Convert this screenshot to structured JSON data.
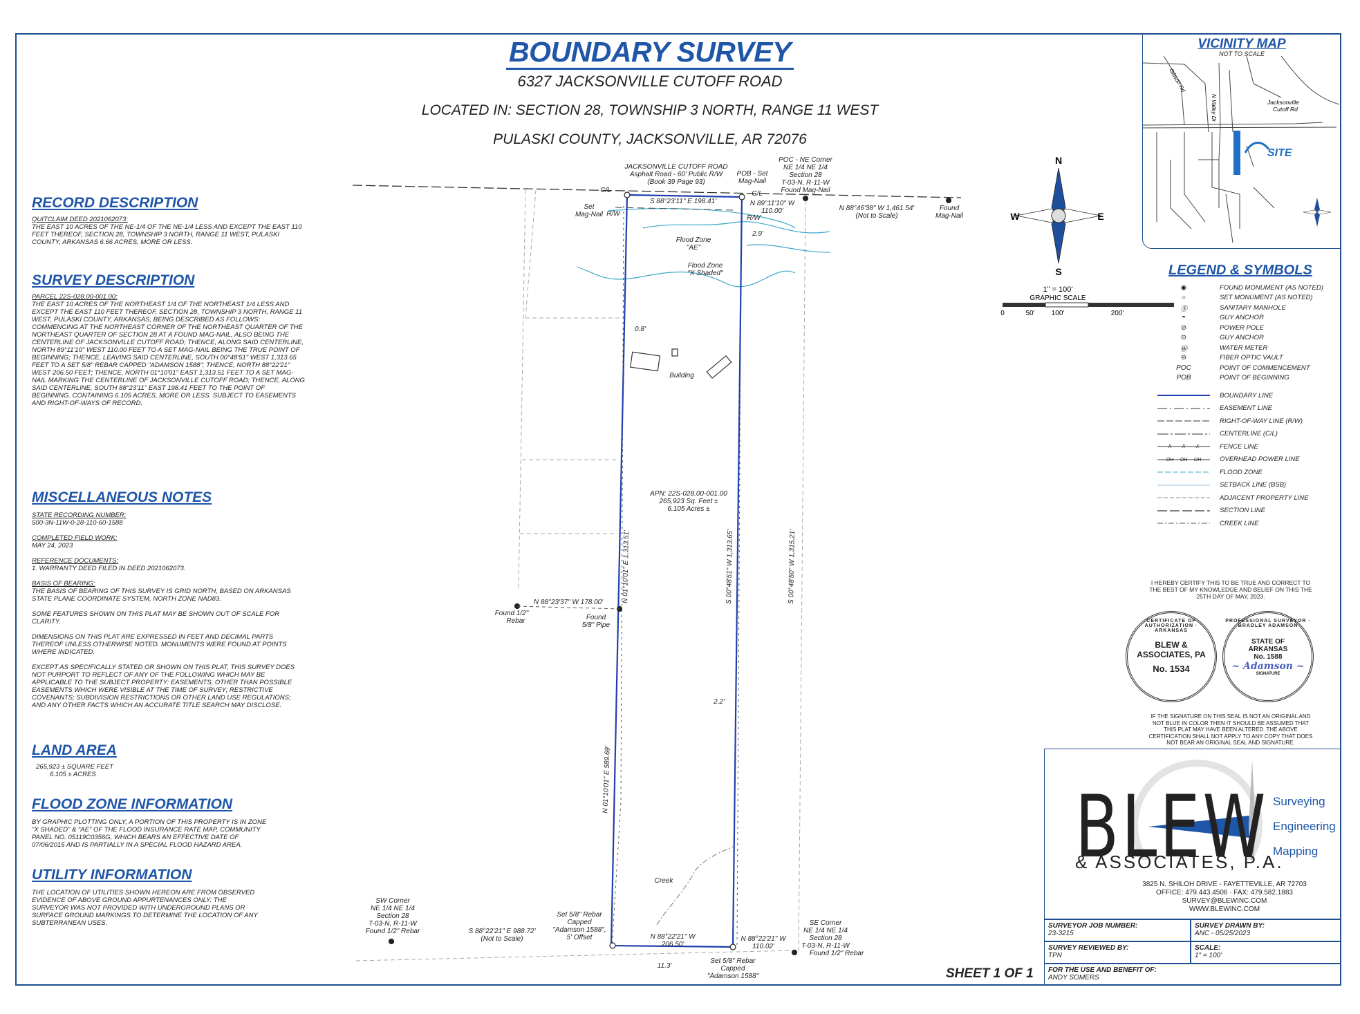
{
  "title": {
    "main": "BOUNDARY SURVEY",
    "address": "6327 JACKSONVILLE CUTOFF ROAD",
    "location": "LOCATED IN: SECTION 28, TOWNSHIP 3 NORTH, RANGE 11 WEST",
    "county": "PULASKI COUNTY, JACKSONVILLE, AR 72076"
  },
  "record": {
    "heading": "RECORD DESCRIPTION",
    "label": "QUITCLAIM DEED 2021062073:",
    "text": "THE EAST 10 ACRES OF THE NE-1/4 OF THE NE-1/4 LESS AND EXCEPT THE EAST 110 FEET THEREOF, SECTION 28, TOWNSHIP 3 NORTH, RANGE 11 WEST, PULASKI COUNTY, ARKANSAS 6.66 ACRES, MORE OR LESS."
  },
  "survey": {
    "heading": "SURVEY DESCRIPTION",
    "label": "PARCEL 22S-028.00-001.00:",
    "text": "THE EAST 10 ACRES OF THE NORTHEAST 1/4 OF THE NORTHEAST 1/4 LESS AND EXCEPT THE EAST 110 FEET THEREOF, SECTION 28, TOWNSHIP 3 NORTH, RANGE 11 WEST, PULASKI COUNTY, ARKANSAS, BEING DESCRIBED AS FOLLOWS: COMMENCING AT THE NORTHEAST CORNER OF THE NORTHEAST QUARTER OF THE NORTHEAST QUARTER OF SECTION 28 AT A FOUND MAG-NAIL, ALSO BEING THE CENTERLINE OF JACKSONVILLE CUTOFF ROAD; THENCE, ALONG SAID CENTERLINE, NORTH 89°11'10\" WEST 110.00 FEET TO A SET MAG-NAIL BEING THE TRUE POINT OF BEGINNING; THENCE, LEAVING SAID CENTERLINE, SOUTH 00°48'51\" WEST 1,313.65 FEET TO A SET 5/8\" REBAR CAPPED \"ADAMSON 1588\"; THENCE, NORTH 88°22'21\" WEST 206.50 FEET; THENCE, NORTH 01°10'01\" EAST 1,313.51 FEET TO A SET MAG-NAIL MARKING THE CENTERLINE OF JACKSONVILLE CUTOFF ROAD; THENCE, ALONG SAID CENTERLINE, SOUTH 88°23'11\" EAST 198.41 FEET TO THE POINT OF BEGINNING. CONTAINING 6.105 ACRES, MORE OR LESS. SUBJECT TO EASEMENTS AND RIGHT-OF-WAYS OF RECORD."
  },
  "misc": {
    "heading": "MISCELLANEOUS NOTES",
    "state_label": "STATE RECORDING NUMBER:",
    "state_value": "500-3N-11W-0-28-110-60-1588",
    "field_label": "COMPLETED FIELD WORK:",
    "field_value": "MAY 24, 2023",
    "ref_label": "REFERENCE DOCUMENTS:",
    "ref_value": "1. WARRANTY DEED FILED IN DEED 2021062073.",
    "bearing_label": "BASIS OF BEARING:",
    "bearing_value": "THE BASIS OF BEARING OF THIS SURVEY IS GRID NORTH, BASED ON ARKANSAS STATE PLANE COORDINATE SYSTEM, NORTH ZONE NAD83.",
    "note1": "SOME FEATURES SHOWN ON THIS PLAT MAY BE SHOWN OUT OF SCALE FOR CLARITY.",
    "note2": "DIMENSIONS ON THIS PLAT ARE EXPRESSED IN FEET AND DECIMAL PARTS THEREOF UNLESS OTHERWISE NOTED. MONUMENTS WERE FOUND AT POINTS WHERE INDICATED.",
    "note3": "EXCEPT AS SPECIFICALLY STATED OR SHOWN ON THIS PLAT, THIS SURVEY DOES NOT PURPORT TO REFLECT OF ANY OF THE FOLLOWING WHICH MAY BE APPLICABLE TO THE SUBJECT PROPERTY: EASEMENTS, OTHER THAN POSSIBLE EASEMENTS WHICH WERE VISIBLE AT THE TIME OF SURVEY; RESTRICTIVE COVENANTS; SUBDIVISION RESTRICTIONS OR OTHER LAND USE REGULATIONS; AND ANY OTHER FACTS WHICH AN ACCURATE TITLE SEARCH MAY DISCLOSE."
  },
  "land": {
    "heading": "LAND AREA",
    "sqft": "265,923 ± SQUARE FEET",
    "acres": "6.105 ± ACRES"
  },
  "flood": {
    "heading": "FLOOD ZONE INFORMATION",
    "text": "BY GRAPHIC PLOTTING ONLY, A PORTION OF THIS PROPERTY IS IN ZONE \"X SHADED\" & \"AE\" OF THE FLOOD INSURANCE RATE MAP, COMMUNITY PANEL NO. 05119C0356G, WHICH BEARS AN EFFECTIVE DATE OF 07/06/2015 AND IS PARTIALLY IN A SPECIAL FLOOD HAZARD AREA."
  },
  "utility": {
    "heading": "UTILITY INFORMATION",
    "text": "THE LOCATION OF UTILITIES SHOWN HEREON ARE FROM OBSERVED EVIDENCE OF ABOVE GROUND APPURTENANCES ONLY. THE SURVEYOR WAS NOT PROVIDED WITH UNDERGROUND PLANS OR SURFACE GROUND MARKINGS TO DETERMINE THE LOCATION OF ANY SUBTERRANEAN USES."
  },
  "plat": {
    "road": "JACKSONVILLE CUTOFF ROAD",
    "road_type": "Asphalt Road - 60' Public R/W",
    "road_book": "(Book 39 Page 93)",
    "cl": "C/L",
    "rw": "R/W",
    "set_mag": "Set",
    "set_mag2": "Mag-Nail",
    "pob": "POB - Set",
    "pob2": "Mag-Nail",
    "poc1": "POC - NE Corner",
    "poc2": "NE 1/4 NE 1/4",
    "poc3": "Section 28",
    "poc4": "T-03-N, R-11-W",
    "poc5": "Found Mag-Nail",
    "north_bearing": "S 88°23'11\" E  198.41'",
    "n89": "N 89°11'10\" W",
    "n89d": "110.00'",
    "n88_46": "N 88°46'38\" W  1,461.54'",
    "not_scale": "(Not to Scale)",
    "found_mag": "Found",
    "found_mag2": "Mag-Nail",
    "d29": "2.9'",
    "flood_ae": "Flood Zone",
    "flood_ae2": "\"AE\"",
    "flood_x": "Flood Zone",
    "flood_x2": "\"X Shaded\"",
    "d08": "0.8'",
    "building": "Building",
    "apn1": "APN: 22S-028.00-001.00",
    "apn2": "265,923 Sq. Feet ±",
    "apn3": "6.105 Acres ±",
    "west_bearing": "N 01°10'01\" E  1,313.51'",
    "east_bearing": "S 00°48'51\" W  1,313.65'",
    "far_east": "S 00°48'50\" W  1,315.21'",
    "n88_23": "N 88°23'37\" W  178.00'",
    "found_rebar": "Found 1/2\"",
    "found_rebar2": "Rebar",
    "found_pipe": "Found",
    "found_pipe2": "5/8\" Pipe",
    "d22": "2.2'",
    "lower_west": "N 01°10'01\" E  589.69'",
    "creek": "Creek",
    "sw1": "SW Corner",
    "sw2": "NE 1/4 NE 1/4",
    "sw3": "Section 28",
    "sw4": "T-03-N, R-11-W",
    "sw5": "Found 1/2\" Rebar",
    "s88": "S 88°22'21\" E  988.72'",
    "s88b": "(Not to Scale)",
    "setr1": "Set 5/8\" Rebar",
    "setr2": "Capped",
    "setr3": "\"Adamson 1588\",",
    "setr4": "5' Offset",
    "south_bearing": "N 88°22'21\" W",
    "south_dist": "206.50'",
    "d113": "11.3'",
    "setr5": "Set 5/8\" Rebar",
    "setr6": "Capped",
    "setr7": "\"Adamson 1588\"",
    "n88_22b": "N 88°22'21\" W",
    "n88_22bd": "110.02'",
    "se1": "SE Corner",
    "se2": "NE 1/4 NE 1/4",
    "se3": "Section 28",
    "se4": "T-03-N, R-11-W",
    "se5": "Found 1/2\" Rebar"
  },
  "compass": {
    "n": "N",
    "s": "S",
    "e": "E",
    "w": "W"
  },
  "scale": {
    "ratio": "1\" = 100'",
    "label": "GRAPHIC SCALE",
    "t0": "0",
    "t1": "50'",
    "t2": "100'",
    "t3": "200'"
  },
  "vicinity": {
    "heading": "VICINITY MAP",
    "sub": "NOT TO SCALE",
    "gibson": "Gibson Rd",
    "valley": "N Valley Dr",
    "jax": "Jacksonville",
    "jax2": "Cutoff Rd",
    "site": "SITE"
  },
  "legend": {
    "heading": "LEGEND & SYMBOLS",
    "items": [
      {
        "sym": "◉",
        "label": "FOUND MONUMENT (AS NOTED)"
      },
      {
        "sym": "○",
        "label": "SET MONUMENT (AS NOTED)"
      },
      {
        "sym": "Ⓢ",
        "label": "SANITARY MANHOLE"
      },
      {
        "sym": "◓",
        "label": "GUY ANCHOR"
      },
      {
        "sym": "⊘",
        "label": "POWER POLE"
      },
      {
        "sym": "⊝",
        "label": "GUY ANCHOR"
      },
      {
        "sym": "Ⓦ",
        "label": "WATER METER"
      },
      {
        "sym": "⊜",
        "label": "FIBER OPTIC VAULT"
      },
      {
        "sym": "POC",
        "label": "POINT OF COMMENCEMENT"
      },
      {
        "sym": "POB",
        "label": "POINT OF BEGINNING"
      }
    ],
    "lines": [
      {
        "label": "BOUNDARY LINE",
        "color": "#1f3fae",
        "dash": "",
        "w": 2,
        "mark": ""
      },
      {
        "label": "EASEMENT LINE",
        "color": "#333",
        "dash": "14 4 2 4",
        "w": 1,
        "mark": ""
      },
      {
        "label": "RIGHT-OF-WAY LINE (R/W)",
        "color": "#333",
        "dash": "10 3",
        "w": 1,
        "mark": ""
      },
      {
        "label": "CENTERLINE (C/L)",
        "color": "#333",
        "dash": "16 3 3 3",
        "w": 1,
        "mark": ""
      },
      {
        "label": "FENCE LINE",
        "color": "#333",
        "dash": "",
        "w": 1,
        "mark": "x"
      },
      {
        "label": "OVERHEAD POWER LINE",
        "color": "#333",
        "dash": "",
        "w": 1,
        "mark": "OH"
      },
      {
        "label": "FLOOD ZONE",
        "color": "#3aa7c9",
        "dash": "8 3",
        "w": 1,
        "mark": ""
      },
      {
        "label": "SETBACK LINE (BSB)",
        "color": "#8fb8d8",
        "dash": "",
        "w": 1,
        "mark": ""
      },
      {
        "label": "ADJACENT PROPERTY LINE",
        "color": "#888",
        "dash": "6 3",
        "w": 1,
        "mark": ""
      },
      {
        "label": "SECTION LINE",
        "color": "#333",
        "dash": "14 4",
        "w": 1.2,
        "mark": ""
      },
      {
        "label": "CREEK LINE",
        "color": "#555",
        "dash": "8 3 2 3",
        "w": 1,
        "mark": ""
      }
    ]
  },
  "cert": {
    "text": "I HEREBY CERTIFY THIS TO BE TRUE AND CORRECT TO THE BEST OF MY KNOWLEDGE AND BELIEF ON THIS THE 25TH DAY OF MAY, 2023.",
    "seal1a": "BLEW &",
    "seal1b": "ASSOCIATES, PA",
    "seal1c": "No. 1534",
    "seal1ring": "CERTIFICATE OF AUTHORIZATION · ARKANSAS",
    "seal2a": "STATE OF",
    "seal2b": "ARKANSAS",
    "seal2c": "No. 1588",
    "seal2d": "SIGNATURE",
    "seal2ring": "PROFESSIONAL SURVEYOR · BRADLEY ADAMSON",
    "note": "IF THE SIGNATURE ON THIS SEAL IS NOT AN ORIGINAL AND NOT BLUE IN COLOR THEN IT SHOULD BE ASSUMED THAT THIS PLAT MAY HAVE BEEN ALTERED. THE ABOVE CERTIFICATION SHALL NOT APPLY TO ANY COPY THAT DOES NOT BEAR AN ORIGINAL SEAL AND SIGNATURE."
  },
  "firm": {
    "logo": "BLEW",
    "logo2": "& ASSOCIATES, P.A.",
    "svc1": "Surveying",
    "svc2": "Engineering",
    "svc3": "Mapping",
    "addr": "3825 N. SHILOH DRIVE - FAYETTEVILLE, AR 72703",
    "phone": "OFFICE: 479.443.4506 · FAX: 479.582.1883",
    "email": "SURVEY@BLEWINC.COM",
    "web": "WWW.BLEWINC.COM"
  },
  "titleblock": {
    "job_label": "SURVEYOR JOB NUMBER:",
    "job_value": "23-3215",
    "drawn_label": "SURVEY DRAWN BY:",
    "drawn_value": "ANC - 05/25/2023",
    "rev_label": "SURVEY REVIEWED BY:",
    "rev_value": "TPN",
    "scale_label": "SCALE:",
    "scale_value": "1\" = 100'",
    "benefit_label": "FOR THE USE AND BENEFIT OF:",
    "benefit_value": "ANDY SOMERS"
  },
  "sheet": "SHEET 1 OF 1"
}
